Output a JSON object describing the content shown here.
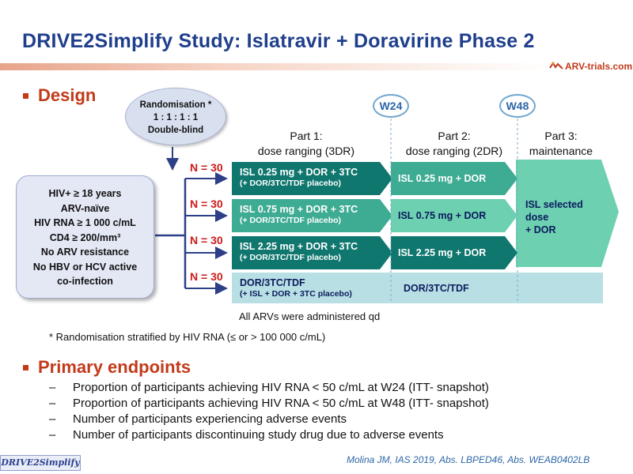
{
  "header": {
    "title": "DRIVE2Simplify Study: Islatravir + Doravirine Phase 2",
    "logo_text": "ARV-trials.com"
  },
  "design": {
    "heading": "Design",
    "randomisation": [
      "Randomisation *",
      "1 : 1 : 1 : 1",
      "Double-blind"
    ],
    "population": [
      "HIV+ ≥ 18 years",
      "ARV-naïve",
      "HIV RNA ≥ 1 000 c/mL",
      "CD4 ≥ 200/mm³",
      "No ARV resistance",
      "No HBV or HCV active",
      "co-infection"
    ],
    "weeks": [
      "W24",
      "W48"
    ],
    "parts": {
      "part1": [
        "Part 1:",
        "dose ranging (3DR)"
      ],
      "part2": [
        "Part 2:",
        "dose ranging (2DR)"
      ],
      "part3": [
        "Part 3:",
        "maintenance"
      ]
    },
    "arms": [
      {
        "n": "N = 30",
        "part1_main": "ISL 0.25 mg + DOR + 3TC",
        "part1_sub": "(+ DOR/3TC/TDF placebo)",
        "part2": "ISL 0.25 mg + DOR"
      },
      {
        "n": "N = 30",
        "part1_main": "ISL 0.75 mg + DOR + 3TC",
        "part1_sub": "(+ DOR/3TC/TDF placebo)",
        "part2": "ISL 0.75 mg + DOR"
      },
      {
        "n": "N = 30",
        "part1_main": "ISL 2.25 mg + DOR + 3TC",
        "part1_sub": "(+ DOR/3TC/TDF placebo)",
        "part2": "ISL 2.25 mg + DOR"
      },
      {
        "n": "N = 30",
        "part1_main": "DOR/3TC/TDF",
        "part1_sub": "(+ ISL + DOR + 3TC placebo)",
        "part2": "DOR/3TC/TDF"
      }
    ],
    "part3_box": [
      "ISL selected",
      "dose",
      "+ DOR"
    ],
    "qd_note": "All ARVs were administered qd",
    "strat_note": "* Randomisation stratified by HIV RNA (≤ or > 100 000 c/mL)"
  },
  "endpoints": {
    "heading": "Primary endpoints",
    "dash": "–",
    "items": [
      "Proportion of participants achieving HIV RNA < 50 c/mL at W24 (ITT- snapshot)",
      "Proportion of participants achieving HIV RNA < 50 c/mL at W48 (ITT- snapshot)",
      "Number  of participants experiencing adverse events",
      "Number  of participants discontinuing study drug due to adverse events"
    ]
  },
  "footer": {
    "study_tag": "DRIVE2Simplify",
    "citation": "Molina JM, IAS 2019, Abs. LBPED46, Abs. WEAB0402LB"
  },
  "colors": {
    "title": "#1f3f8c",
    "accent": "#c23a1a",
    "teal_dark": "#10776f",
    "teal_mid": "#3eab93",
    "teal_light": "#6cd0b1",
    "control": "#b8e0e4",
    "n_label": "#cc1c1c",
    "week_circle": "#6fa6cf"
  }
}
